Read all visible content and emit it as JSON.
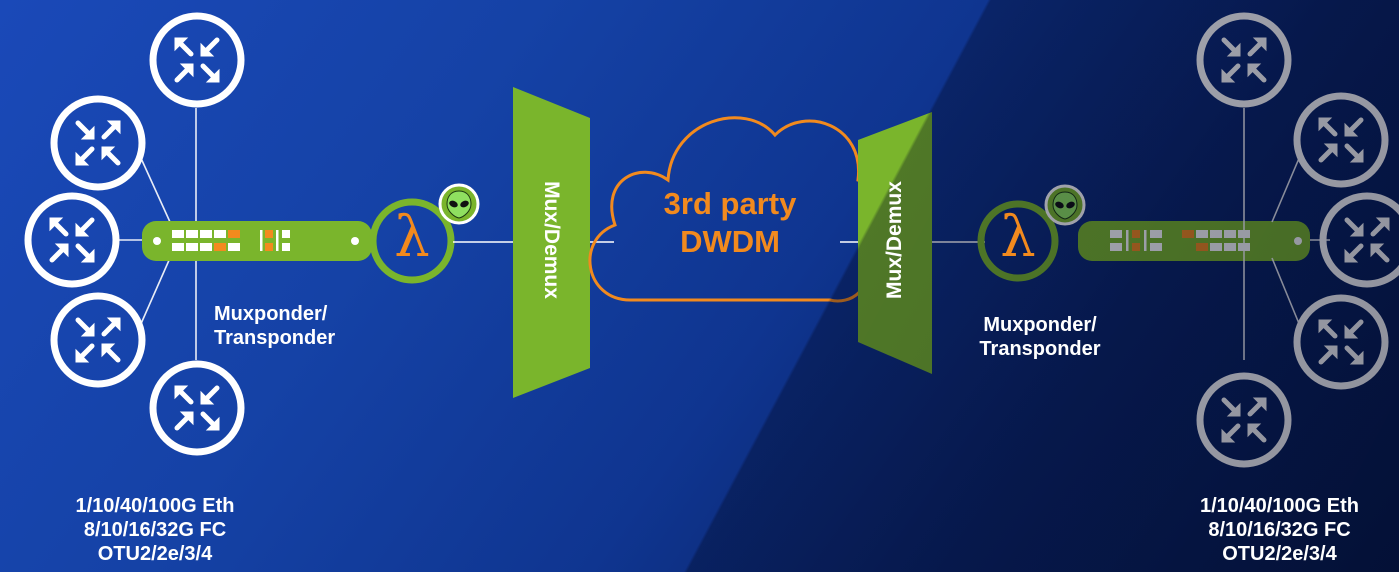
{
  "left": {
    "device_label_line1": "Muxponder/",
    "device_label_line2": "Transponder",
    "protocols": [
      "1/10/40/100G Eth",
      "8/10/16/32G FC",
      "OTU2/2e/3/4"
    ]
  },
  "right": {
    "device_label_line1": "Muxponder/",
    "device_label_line2": "Transponder",
    "protocols": [
      "1/10/40/100G Eth",
      "8/10/16/32G FC",
      "OTU2/2e/3/4"
    ]
  },
  "mux_left_label": "Mux/Demux",
  "mux_right_label": "Mux/Demux",
  "cloud": {
    "line1": "3rd party",
    "line2": "DWDM"
  },
  "lambda_symbol": "λ",
  "colors": {
    "green": "#7ab52c",
    "orange": "#f28a1e",
    "white": "#ffffff"
  },
  "icons": [
    "router-icon",
    "lambda-icon",
    "alien-icon",
    "transponder-card-icon"
  ]
}
